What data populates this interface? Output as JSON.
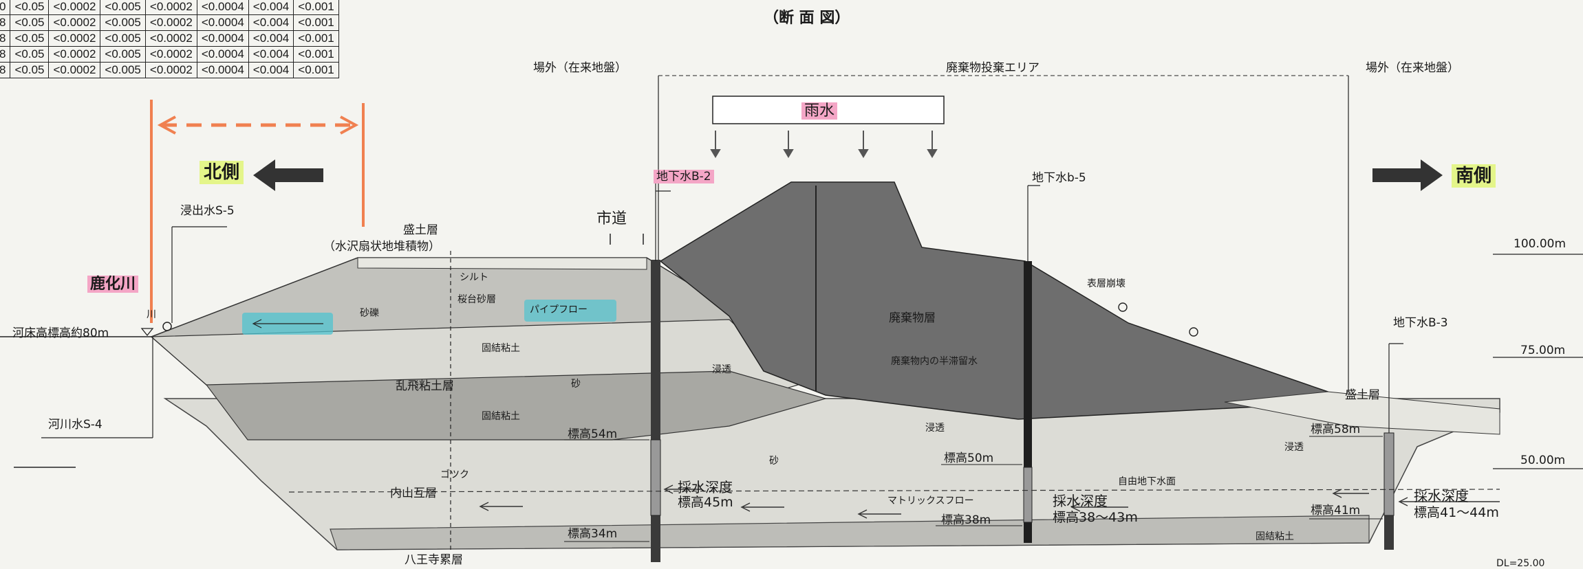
{
  "table": {
    "rows": [
      [
        "0",
        "<0.05",
        "<0.0002",
        "<0.005",
        "<0.0002",
        "<0.0004",
        "<0.004",
        "<0.001"
      ],
      [
        "8",
        "<0.05",
        "<0.0002",
        "<0.005",
        "<0.0002",
        "<0.0004",
        "<0.004",
        "<0.001"
      ],
      [
        "8",
        "<0.05",
        "<0.0002",
        "<0.005",
        "<0.0002",
        "<0.0004",
        "<0.004",
        "<0.001"
      ],
      [
        "8",
        "<0.05",
        "<0.0002",
        "<0.005",
        "<0.0002",
        "<0.0004",
        "<0.004",
        "<0.001"
      ],
      [
        "8",
        "<0.05",
        "<0.0002",
        "<0.005",
        "<0.0002",
        "<0.0004",
        "<0.004",
        "<0.001"
      ]
    ]
  },
  "title": "（断 面 図）",
  "header": {
    "left_outside": "場外（在来地盤）",
    "disposal_area": "廃棄物投棄エリア",
    "right_outside": "場外（在来地盤）"
  },
  "rain": "雨水",
  "directions": {
    "north": "北側",
    "south": "南側"
  },
  "wells": {
    "b2": "地下水B-2",
    "b5": "地下水b-5",
    "b3": "地下水B-3"
  },
  "labels": {
    "leachate_s5": "浸出水S-5",
    "river_name": "鹿化川",
    "river": "川",
    "riverbed": "河床高標高約80m",
    "river_water_s4": "河川水S-4",
    "road": "市道",
    "fill_layer": "盛土層",
    "fan_deposit": "（水沢扇状地堆積物）",
    "silt": "シルト",
    "sakuradai_sand": "桜台砂層",
    "gravel": "砂礫",
    "pipe_flow": "パイプフロー",
    "consolidated_clay_1": "固結粘土",
    "ranpi_clay": "乱飛粘土層",
    "sand_1": "砂",
    "consolidated_clay_2": "固結粘土",
    "infiltration_1": "浸透",
    "waste_layer": "廃棄物層",
    "surface_collapse": "表層崩壊",
    "perched_water": "廃棄物内の半滞留水",
    "fill_layer_right": "盛土層",
    "infiltration_2": "浸透",
    "infiltration_3": "浸透",
    "sand_2": "砂",
    "gravel_kana": "ゴツク",
    "uchiyama": "内山互層",
    "free_gw": "自由地下水面",
    "matrix_flow": "マトリックスフロー",
    "consolidated_clay_3": "固結粘土",
    "hachioji": "八王寺累層"
  },
  "elevations": {
    "e54": "標高54m",
    "e45_head": "採水深度",
    "e45": "標高45m",
    "e34": "標高34m",
    "e50": "標高50m",
    "e38": "標高38m",
    "e3843_head": "採水深度",
    "e3843": "標高38～43m",
    "e58": "標高58m",
    "e41": "標高41m",
    "e4144_head": "採水深度",
    "e4144": "標高41～44m"
  },
  "scale": {
    "s100": "100.00m",
    "s75": "75.00m",
    "s50": "50.00m",
    "s_cut": "DL=25.00"
  },
  "colors": {
    "fill_light": "#d4d4d0",
    "fill_mid": "#b8b8b4",
    "waste": "#707070",
    "pink": "#f4a6c6",
    "yellow": "#e4f58a",
    "cyan": "#4fc3d0",
    "orange": "#f08050"
  }
}
